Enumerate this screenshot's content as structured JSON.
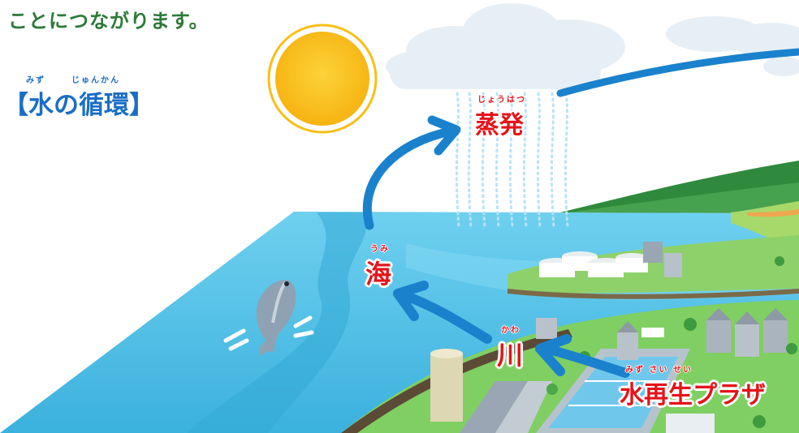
{
  "intro_text": "ことにつながります。",
  "title": {
    "text": "【水の循環】",
    "ruby_mizu": "みず",
    "ruby_junkan": "じゅんかん"
  },
  "labels": {
    "evaporation": {
      "text": "蒸発",
      "ruby": "じょうはつ"
    },
    "sea": {
      "text": "海",
      "ruby": "うみ"
    },
    "river": {
      "text": "川",
      "ruby": "かわ"
    },
    "plaza": {
      "text": "水再生プラザ",
      "ruby": "みず さい せい"
    }
  },
  "icons": [
    "sun-icon",
    "cloud-icon",
    "fish-icon",
    "arrow-icon",
    "building-icon",
    "tree-icon"
  ],
  "colors": {
    "heading_green": "#2d7a37",
    "title_blue": "#1a6ec6",
    "label_red": "#e4141b",
    "arrow_blue": "#1a82cc",
    "sea": "#4fc0e6",
    "sun": "#f9bf16"
  }
}
